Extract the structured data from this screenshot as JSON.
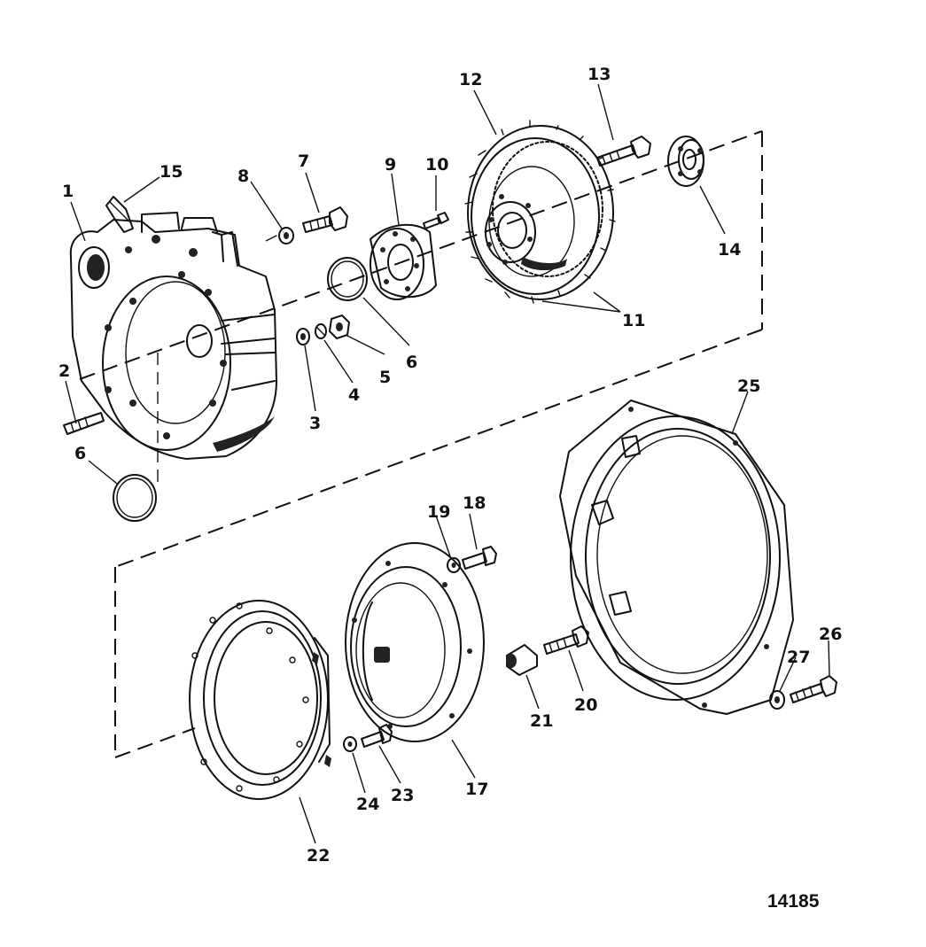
{
  "figure_number": "14185",
  "callouts": {
    "c1": "1",
    "c2": "2",
    "c3": "3",
    "c4": "4",
    "c5": "5",
    "c6a": "6",
    "c6b": "6",
    "c7": "7",
    "c8": "8",
    "c9": "9",
    "c10": "10",
    "c11": "11",
    "c12": "12",
    "c13": "13",
    "c14": "14",
    "c15": "15",
    "c17": "17",
    "c18": "18",
    "c19": "19",
    "c20": "20",
    "c21": "21",
    "c22": "22",
    "c23": "23",
    "c24": "24",
    "c25": "25",
    "c26": "26",
    "c27": "27"
  }
}
